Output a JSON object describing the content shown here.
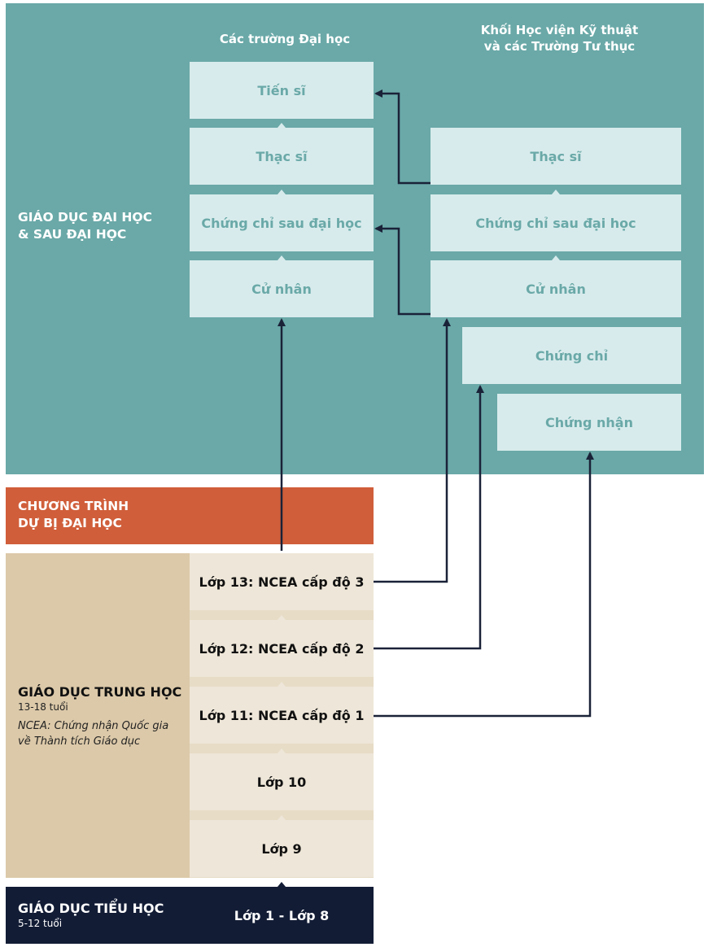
{
  "headers": {
    "universities": "Các trường Đại học",
    "institutes": "Khối Học viện Kỹ thuật\nvà các Trường Tư thục"
  },
  "sections": {
    "higher_ed": "GIÁO DỤC ĐẠI HỌC\n& SAU ĐẠI HỌC",
    "foundation": "CHƯƠNG TRÌNH\nDỰ BỊ ĐẠI HỌC",
    "secondary_title": "GIÁO DỤC TRUNG HỌC",
    "secondary_age": "13-18 tuổi",
    "secondary_note": "NCEA: Chứng nhận Quốc gia\nvề Thành tích Giáo dục",
    "primary_title": "GIÁO DỤC TIỂU HỌC",
    "primary_age": "5-12 tuổi",
    "primary_years": "Lớp 1 - Lớp 8"
  },
  "university_levels": [
    "Tiến sĩ",
    "Thạc sĩ",
    "Chứng chỉ sau đại học",
    "Cử nhân"
  ],
  "institute_levels": [
    "Thạc sĩ",
    "Chứng chỉ sau đại học",
    "Cử nhân",
    "Chứng chỉ",
    "Chứng nhận"
  ],
  "secondary_levels": [
    "Lớp 13: NCEA cấp độ 3",
    "Lớp 12: NCEA cấp độ 2",
    "Lớp 11: NCEA cấp độ 1",
    "Lớp 10",
    "Lớp 9"
  ],
  "colors": {
    "higher_ed": "#6aa9a8",
    "foundation": "#d05e3a",
    "secondary": "#dcc9a9",
    "primary": "#121c35",
    "arrow": "#1a2238"
  }
}
